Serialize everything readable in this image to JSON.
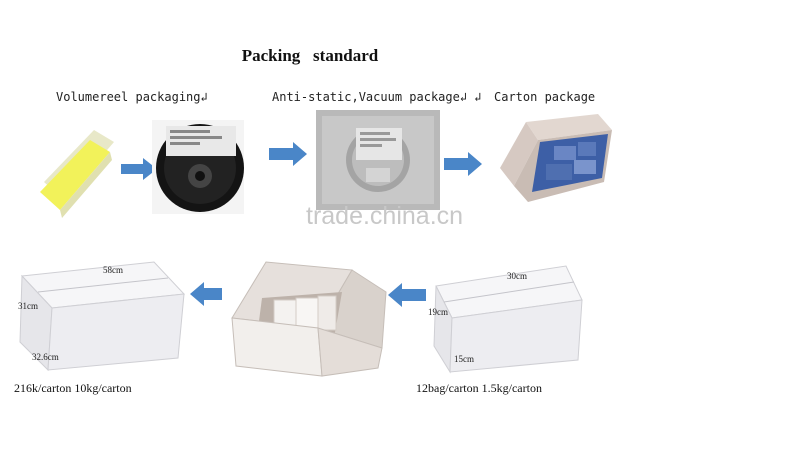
{
  "title": "Packing   standard",
  "steps": [
    {
      "label": "Volumereel packaging↲"
    },
    {
      "label": "Anti-static,Vacuum package↲ ↲"
    },
    {
      "label": "Carton package"
    }
  ],
  "watermark": "trade.china.cn",
  "large_carton": {
    "length": "58cm",
    "height": "31cm",
    "width": "32.6cm",
    "note": "216k/carton 10kg/carton"
  },
  "small_carton": {
    "length": "30cm",
    "height": "19cm",
    "width": "15cm",
    "note": "12bag/carton  1.5kg/carton"
  },
  "colors": {
    "arrow": "#4a86c8",
    "led_yellow": "#f2f25a",
    "carton": "#f4f4f6",
    "open_box": "#d9d2cc",
    "foil": "#b9b9b9"
  },
  "icons": [
    "arrow-right-icon",
    "arrow-left-icon"
  ]
}
